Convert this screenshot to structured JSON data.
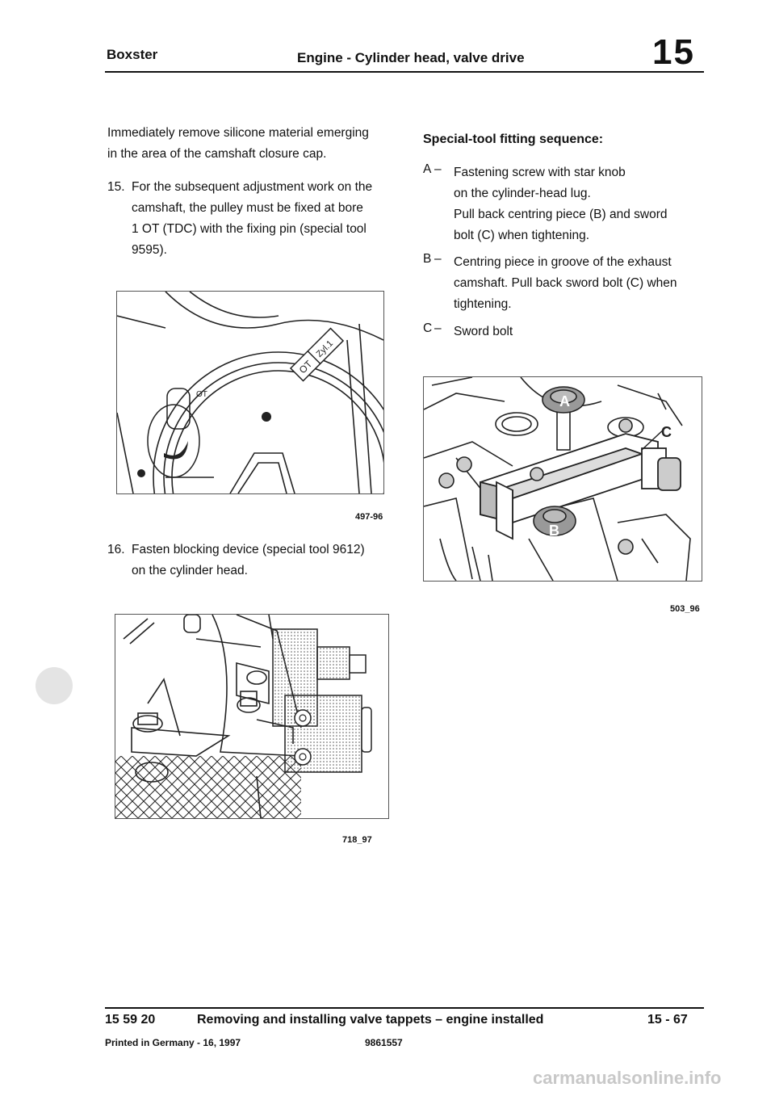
{
  "header": {
    "model": "Boxster",
    "section_title": "Engine - Cylinder head, valve drive",
    "chapter_number": "15"
  },
  "left_column": {
    "intro_paragraph": [
      "Immediately remove silicone material emerging",
      "in the area of the camshaft closure cap."
    ],
    "step15": {
      "number": "15.",
      "lines": [
        "For the subsequent adjustment work on the",
        "camshaft, the pulley must be fixed at bore",
        "1 OT (TDC) with the fixing pin (special tool",
        "9595)."
      ]
    },
    "figure1": {
      "caption": "497-96",
      "marks": [
        "OT",
        "Zyl.1",
        "OT"
      ]
    },
    "step16": {
      "number": "16.",
      "lines": [
        "Fasten blocking device (special tool 9612)",
        "on the cylinder head."
      ]
    },
    "figure2": {
      "caption": "718_97"
    }
  },
  "right_column": {
    "sequence_title": "Special-tool fitting sequence:",
    "items": [
      {
        "letter": "A",
        "dash": "–",
        "lines": [
          "Fastening screw with star knob",
          "on the cylinder-head lug.",
          "Pull back centring piece (B) and sword",
          "bolt (C) when tightening."
        ]
      },
      {
        "letter": "B",
        "dash": "–",
        "lines": [
          "Centring piece in groove of the exhaust",
          "camshaft. Pull back sword bolt (C) when",
          "tightening."
        ]
      },
      {
        "letter": "C",
        "dash": "–",
        "lines": [
          "Sword bolt"
        ]
      }
    ],
    "figure3": {
      "caption": "503_96",
      "labels": {
        "a": "A",
        "b": "B",
        "c": "C"
      }
    }
  },
  "footer": {
    "section_code": "15 59 20",
    "section_title": "Removing and installing valve tappets – engine installed",
    "page_number": "15 - 67",
    "printed": "Printed in Germany - 16, 1997",
    "part_number": "9861557",
    "watermark": "carmanualsonline.info"
  },
  "colors": {
    "ink": "#111111",
    "figure_border": "#555555",
    "watermark": "#c8c8c8"
  }
}
